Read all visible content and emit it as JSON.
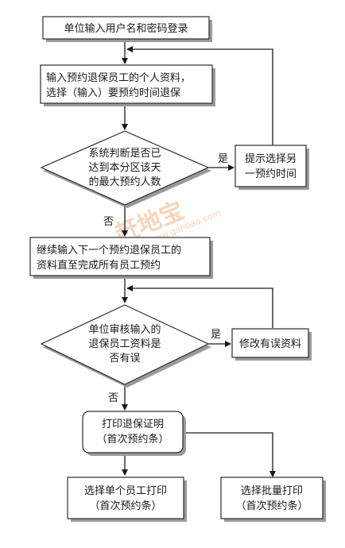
{
  "nodes": {
    "login": "单位输入用户名和密码登录",
    "input_info": [
      "输入预约退保员工的个人资料，",
      "选择（输入）要预约时间退保"
    ],
    "check_limit": [
      "系统判断是否已",
      "达到本分区该天",
      "的最大预约人数"
    ],
    "prompt_other_time": [
      "提示选择另",
      "一预约时间"
    ],
    "continue_input": [
      "继续输入下一个预约退保员工的",
      "资料直至完成所有员工预约"
    ],
    "review": [
      "单位审核输入的",
      "退保员工资料是",
      "否有误"
    ],
    "fix_errors": "修改有误资料",
    "print_proof": [
      "打印退保证明",
      "（首次预约条）"
    ],
    "print_single": [
      "选择单个员工打印",
      "（首次预约条）"
    ],
    "print_batch": [
      "选择批量打印",
      "（首次预约条）"
    ]
  },
  "edge_labels": {
    "yes": "是",
    "no": "否"
  },
  "watermark": {
    "main": "赶地宝",
    "url": "www.ganbao.com"
  }
}
